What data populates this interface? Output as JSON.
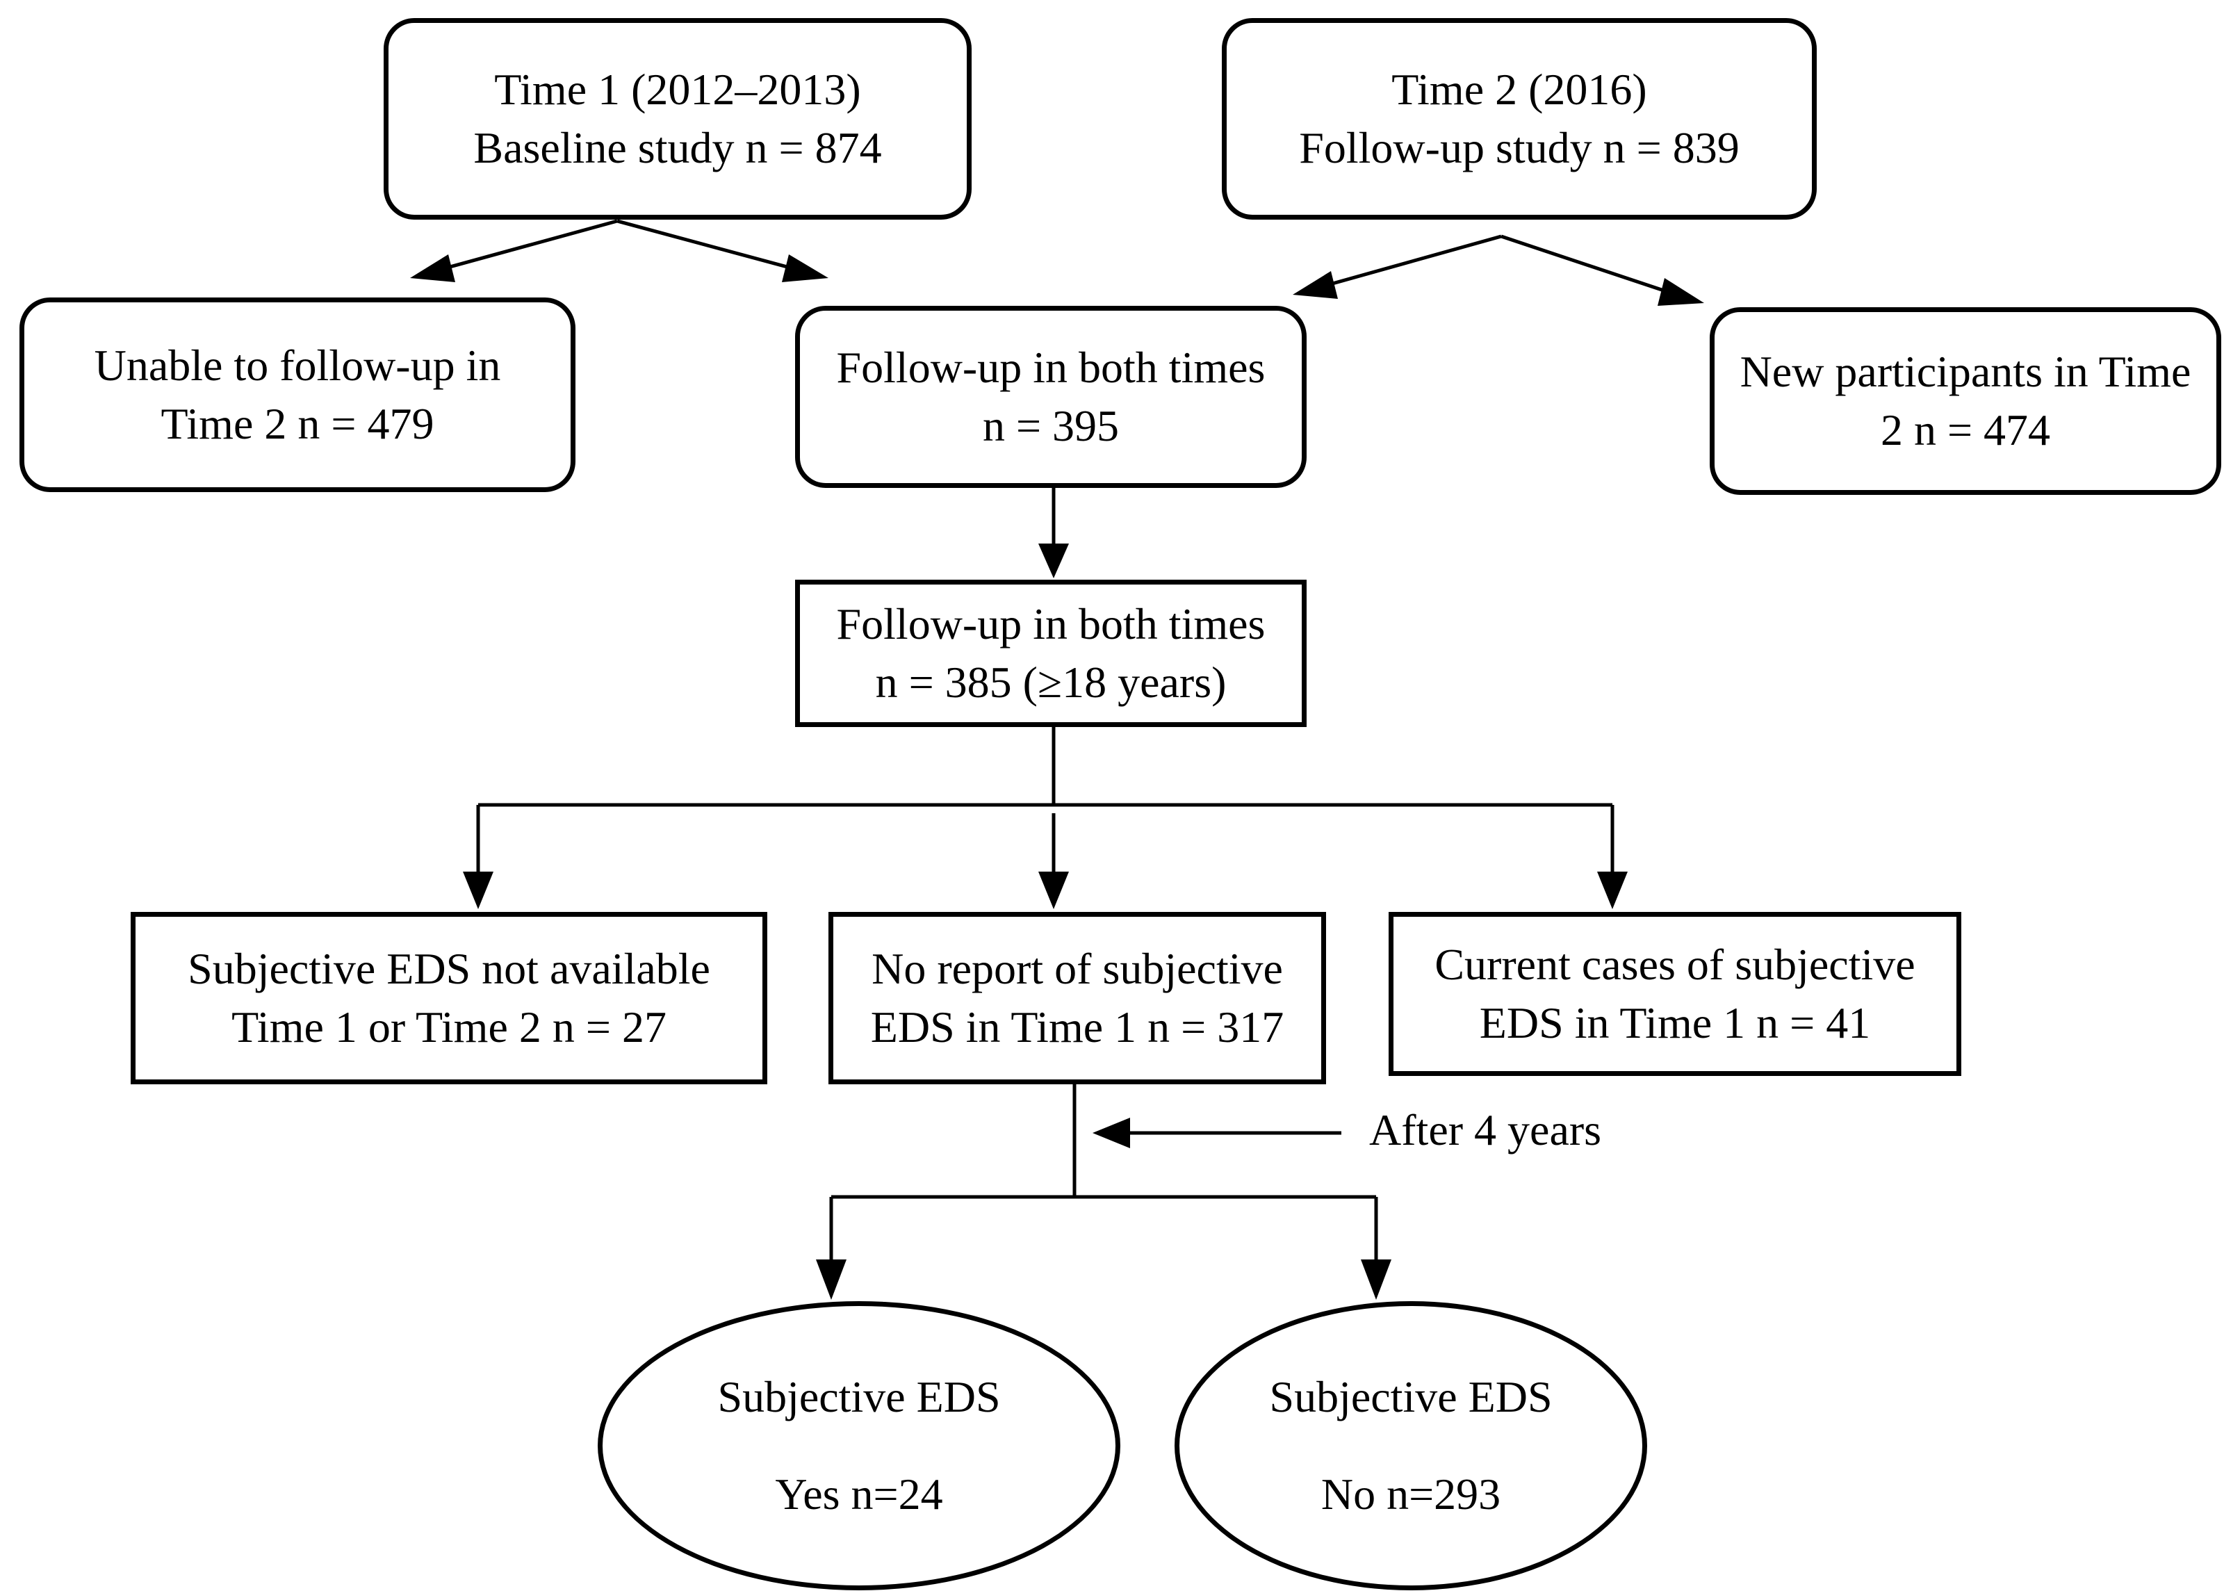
{
  "nodes": {
    "time1": {
      "line1": "Time 1 (2012–2013)",
      "line2": "Baseline study n = 874"
    },
    "time2": {
      "line1": "Time 2 (2016)",
      "line2": "Follow-up study n = 839"
    },
    "unable": {
      "line1": "Unable to follow-up in",
      "line2": "Time 2 n = 479"
    },
    "followup_both": {
      "line1": "Follow-up in both times",
      "line2": "n = 395"
    },
    "new_participants": {
      "line1": "New participants in Time",
      "line2": "2 n = 474"
    },
    "followup_adults": {
      "line1": "Follow-up in both times",
      "line2": "n = 385 (≥18 years)"
    },
    "not_available": {
      "line1": "Subjective EDS not available",
      "line2": "Time 1 or Time 2 n = 27"
    },
    "no_report": {
      "line1": "No report of subjective",
      "line2": "EDS in Time 1 n = 317"
    },
    "current_cases": {
      "line1": "Current cases of subjective",
      "line2": "EDS in Time 1 n = 41"
    },
    "eds_yes": {
      "line1": "Subjective EDS",
      "line2": "Yes n=24"
    },
    "eds_no": {
      "line1": "Subjective EDS",
      "line2": "No n=293"
    }
  },
  "annotations": {
    "after_years": "After 4 years"
  }
}
